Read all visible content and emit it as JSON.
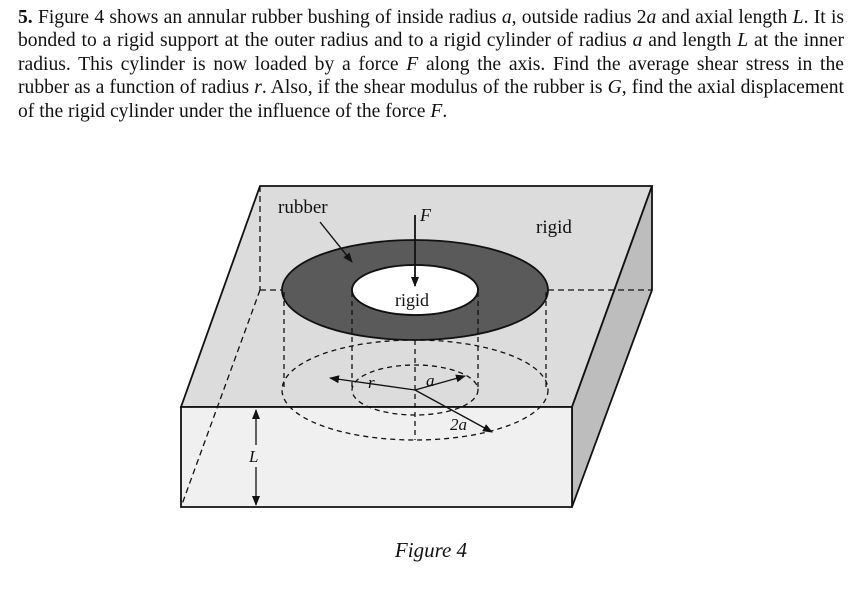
{
  "problem": {
    "number": "5.",
    "s1": " Figure 4 shows an annular rubber bushing of inside radius ",
    "v_a1": "a",
    "s2": ", outside radius 2",
    "v_a2": "a",
    "s3": " and axial length ",
    "v_L1": "L",
    "s4": ". It is bonded to a rigid support at the outer radius and to a rigid cylinder of radius ",
    "v_a3": "a",
    "s5": " and length ",
    "v_L2": "L",
    "s6": " at the inner radius. This cylinder is now loaded by a force ",
    "v_F1": "F",
    "s7": " along the axis. Find the average shear stress in the rubber as a function of radius ",
    "v_r": "r",
    "s8": ". Also, if the shear modulus of the rubber is ",
    "v_G": "G",
    "s9": ", find the axial displacement of the rigid cylinder under the influence of the force ",
    "v_F2": "F",
    "s10": "."
  },
  "figure": {
    "label_rubber": "rubber",
    "label_force": "F",
    "label_rigid_outer": "rigid",
    "label_rigid_inner": "rigid",
    "label_r": "r",
    "label_a": "a",
    "label_2a": "2a",
    "label_L": "L",
    "caption": "Figure 4",
    "colors": {
      "top_face": "#dcdcdc",
      "front_face": "#f0f0f0",
      "right_face": "#bdbdbd",
      "rubber": "#5a5a5a",
      "hole": "#ffffff"
    }
  }
}
